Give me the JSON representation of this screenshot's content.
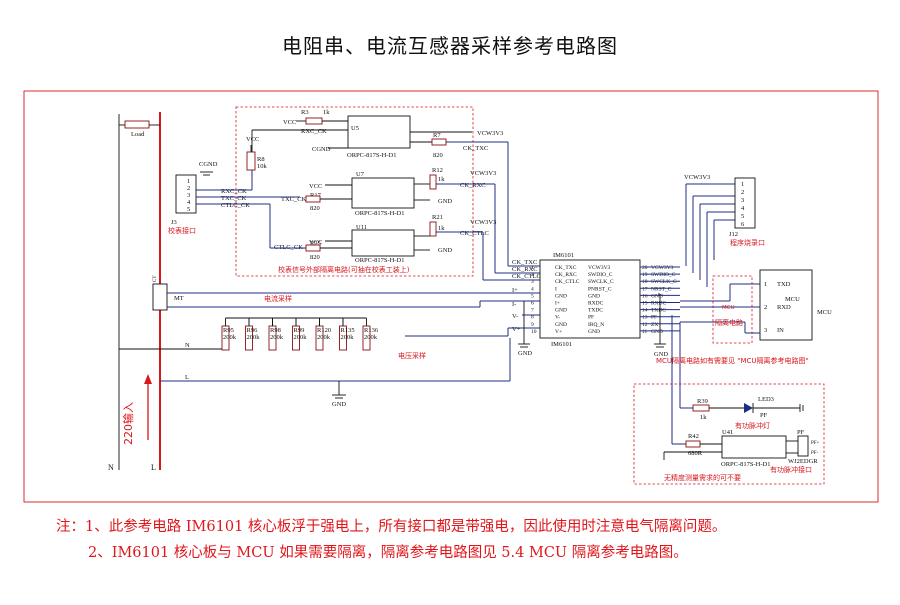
{
  "title": "电阻串、电流互感器采样参考电路图",
  "notes": {
    "line1": "注：1、此参考电路 IM6101 核心板浮于强电上，所有接口都是带强电，因此使用时注意电气隔离问题。",
    "line2": "2、IM6101 核心板与 MCU 如果需要隔离，隔离参考电路图见 5.4 MCU 隔离参考电路图。"
  },
  "colors": {
    "accent_red": "#d8161c",
    "wire_blue": "#1f2d86",
    "component_dark_red": "#8a1010"
  },
  "diagram": {
    "power": {
      "input_label": "220输入",
      "n": "N",
      "l": "L",
      "load": "Load",
      "ct": "CT",
      "mt": "MT"
    },
    "labels": {
      "current_sample": "电流采样",
      "voltage_sample": "电压采样",
      "isolation_box": "校表信号外部隔离电路(可抽在校表工装上)",
      "calib_port": "校表接口",
      "prog_port": "程序烧录口",
      "isolation_circuit": "隔离电路",
      "mcu_note": "MCU隔离电路如有需要见 \"MCU隔离参考电路图\"",
      "pulse_led": "有功脉冲灯",
      "pulse_port": "有功脉冲接口",
      "no_need": "无精度测量需求的可不要",
      "gnd": "GND",
      "vcc": "VCC",
      "vcw": "VCW3V3",
      "cgnd": "CGND",
      "im6101": "IM6101",
      "mcu": "MCU",
      "mcu_label": "MCU"
    },
    "j3": {
      "ref": "J3",
      "pins": [
        "1",
        "2",
        "3",
        "4",
        "5"
      ],
      "nets": [
        "RXC_CK",
        "TXC_CK",
        "CTLC_CK"
      ]
    },
    "j12": {
      "ref": "J12",
      "pins": [
        "1",
        "2",
        "3",
        "4",
        "5",
        "6"
      ]
    },
    "optos": [
      {
        "ref": "U5",
        "part": "ORPC-817S-H-D1"
      },
      {
        "ref": "U7",
        "part": "ORPC-817S-H-D1"
      },
      {
        "ref": "U11",
        "part": "ORPC-817S-H-D1"
      },
      {
        "ref": "U41",
        "part": "ORPC-817S-H-D1"
      }
    ],
    "resistors": {
      "r3": "R3",
      "r3v": "1k",
      "r7": "R7",
      "r7v": "820",
      "r8": "R8",
      "r8v": "10k",
      "r17": "R17",
      "r17v": "820",
      "r12": "R12",
      "r12v": "1k",
      "r21": "R21",
      "r21v": "1k",
      "r25": "R25",
      "r25v": "820",
      "r39": "R39",
      "r39v": "1k",
      "r42": "R42",
      "r42v": "680R",
      "led": "LED3",
      "ledp": "PF"
    },
    "vchain": [
      {
        "ref": "R95",
        "val": "200k"
      },
      {
        "ref": "R96",
        "val": "200k"
      },
      {
        "ref": "R98",
        "val": "200k"
      },
      {
        "ref": "R99",
        "val": "200k"
      },
      {
        "ref": "R120",
        "val": "200k"
      },
      {
        "ref": "R135",
        "val": "200k"
      },
      {
        "ref": "R136",
        "val": "200k"
      }
    ],
    "nets": {
      "ck_txc": "CK_TXC",
      "ck_rxc": "CK_RXC",
      "ck_ctlc": "CK_CTLC",
      "rxc_ck": "RXC_CK",
      "txc_ck": "TXC_CK",
      "ctlc_ck": "CTLC_CK",
      "i_plus": "I+",
      "i_minus": "I-",
      "v_minus": "V-",
      "v_plus": "V+",
      "ck_txc2": "CK_TXC"
    },
    "im6101": {
      "ref": "IM6101",
      "left_pins": [
        "CK_TXC",
        "CK_RXC",
        "CK_CTLC",
        "I",
        "GND",
        "I+",
        "GND",
        "V-",
        "GND",
        "V+"
      ],
      "left_nums": [
        "1",
        "2",
        "3",
        "4",
        "5",
        "6",
        "7",
        "8",
        "9",
        "10"
      ],
      "right_pins": [
        "VCW3V3",
        "SWDIO_C",
        "SWCLK_C",
        "PNRST_C",
        "GND",
        "RXDC",
        "TXDC",
        "PF",
        "IRQ_N",
        "GND"
      ],
      "right_nums": [
        "20",
        "19",
        "18",
        "17",
        "16",
        "15",
        "14",
        "13",
        "12",
        "11"
      ],
      "right_nets": [
        "VCW3V3",
        "SWDIO_C",
        "SWCLK_C",
        "NRST_C",
        "GND",
        "RXDC",
        "TXDC",
        "PF",
        "ZX",
        "GND"
      ]
    },
    "mcu": {
      "pins": [
        {
          "num": "1",
          "name": "TXD"
        },
        {
          "num": "2",
          "name": "RXD"
        },
        {
          "num": "3",
          "name": "IN"
        }
      ],
      "label": "MCU"
    },
    "pf_port": {
      "ref": "WJ2EDGR",
      "pins": [
        "PF+",
        "PF-"
      ],
      "label": "PF"
    }
  }
}
